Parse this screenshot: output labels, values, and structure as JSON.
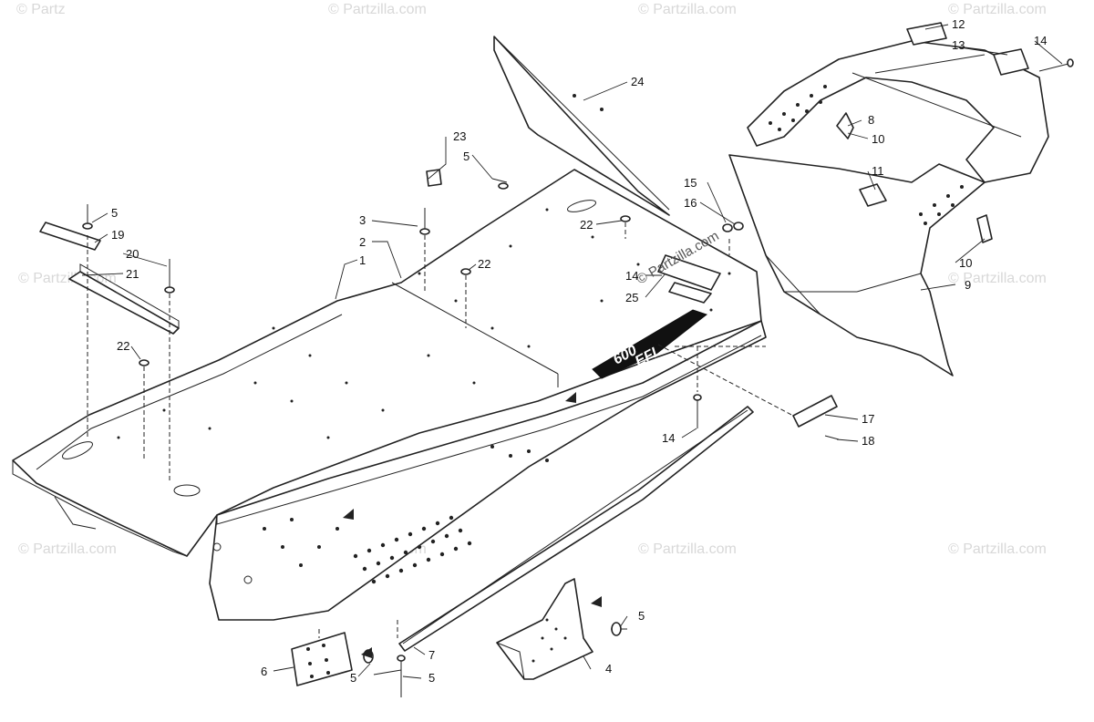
{
  "watermark": {
    "text": "© Partzilla.com",
    "fragment": "© Partz"
  },
  "emblem": {
    "line1": "600",
    "line2": "EFI"
  },
  "callouts": [
    {
      "id": "c1",
      "label": "1"
    },
    {
      "id": "c2",
      "label": "2"
    },
    {
      "id": "c3",
      "label": "3"
    },
    {
      "id": "c4",
      "label": "4"
    },
    {
      "id": "c5a",
      "label": "5"
    },
    {
      "id": "c5b",
      "label": "5"
    },
    {
      "id": "c5c",
      "label": "5"
    },
    {
      "id": "c5d",
      "label": "5"
    },
    {
      "id": "c5e",
      "label": "5"
    },
    {
      "id": "c6",
      "label": "6"
    },
    {
      "id": "c7",
      "label": "7"
    },
    {
      "id": "c8",
      "label": "8"
    },
    {
      "id": "c9",
      "label": "9"
    },
    {
      "id": "c10a",
      "label": "10"
    },
    {
      "id": "c10b",
      "label": "10"
    },
    {
      "id": "c11",
      "label": "11"
    },
    {
      "id": "c12",
      "label": "12"
    },
    {
      "id": "c13",
      "label": "13"
    },
    {
      "id": "c14a",
      "label": "14"
    },
    {
      "id": "c14b",
      "label": "14"
    },
    {
      "id": "c14c",
      "label": "14"
    },
    {
      "id": "c15",
      "label": "15"
    },
    {
      "id": "c16",
      "label": "16"
    },
    {
      "id": "c17",
      "label": "17"
    },
    {
      "id": "c18",
      "label": "18"
    },
    {
      "id": "c19",
      "label": "19"
    },
    {
      "id": "c20",
      "label": "20"
    },
    {
      "id": "c21",
      "label": "21"
    },
    {
      "id": "c22a",
      "label": "22"
    },
    {
      "id": "c22b",
      "label": "22"
    },
    {
      "id": "c22c",
      "label": "22"
    },
    {
      "id": "c23",
      "label": "23"
    },
    {
      "id": "c24",
      "label": "24"
    },
    {
      "id": "c25",
      "label": "25"
    }
  ]
}
